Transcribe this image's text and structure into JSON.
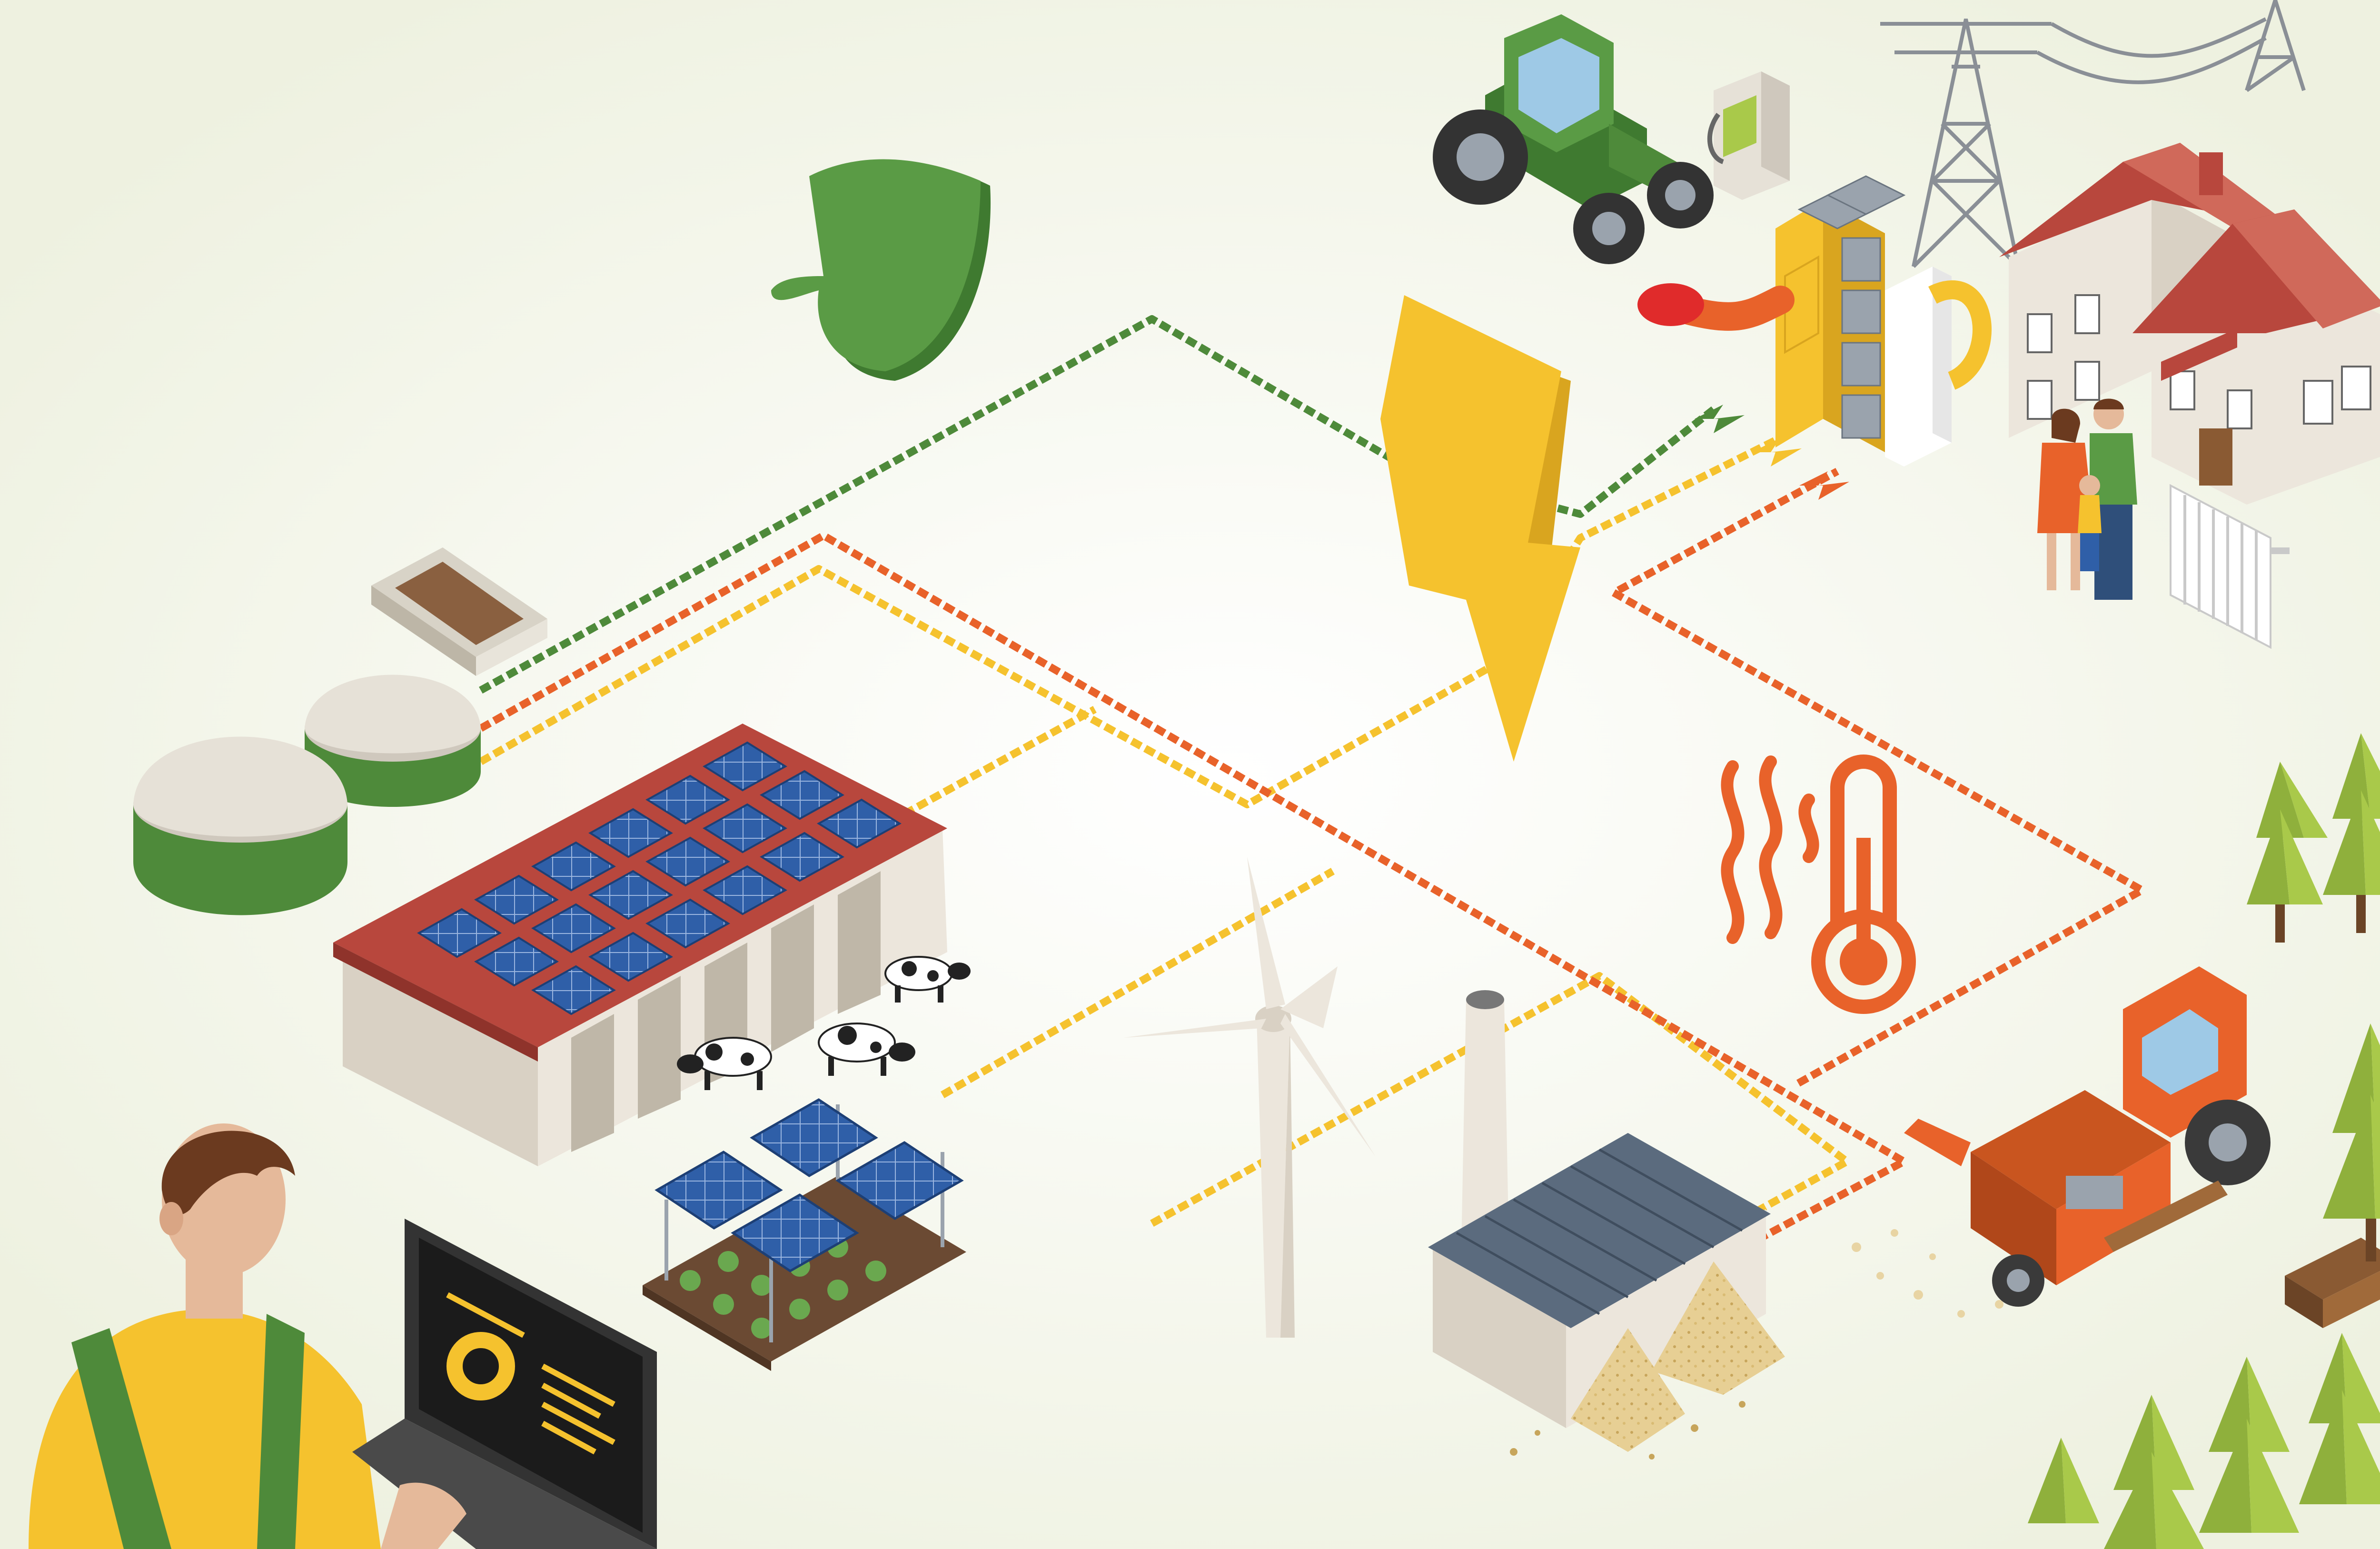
{
  "diagram": {
    "kind": "isometric renewable energy farm illustration",
    "text_labels": [],
    "colors": {
      "background": "#f4f6ea",
      "biogas_flow": "#4e8a3a",
      "electricity_flow": "#f5c22e",
      "heat_flow": "#e8622a",
      "solar_panel": "#2f5fa8",
      "roof_red": "#b8473d",
      "grass_green": "#5a9b45",
      "tree_green": "#a9c94a",
      "barn_wall": "#ece6dc"
    },
    "nodes": [
      {
        "id": "biogas-domes",
        "icon": "biogas-digester-icon"
      },
      {
        "id": "manure-feeder",
        "icon": "manure-trough-icon"
      },
      {
        "id": "solar-barn",
        "icon": "solar-roof-barn-icon"
      },
      {
        "id": "agrivoltaic-greenhouse",
        "icon": "agrivoltaic-icon"
      },
      {
        "id": "wind-turbine",
        "icon": "wind-turbine-icon"
      },
      {
        "id": "biomass-plant",
        "icon": "woodchip-boiler-icon"
      },
      {
        "id": "wood-chipper",
        "icon": "chipper-tractor-icon"
      },
      {
        "id": "forest",
        "icon": "pine-tree-icon"
      },
      {
        "id": "battery-storage",
        "icon": "battery-rack-icon"
      },
      {
        "id": "green-tractor",
        "icon": "tractor-icon"
      },
      {
        "id": "fuel-pump",
        "icon": "fuel-pump-icon"
      },
      {
        "id": "power-pylons",
        "icon": "pylon-icon"
      },
      {
        "id": "farmhouse",
        "icon": "house-icon"
      },
      {
        "id": "family",
        "icon": "family-icon"
      },
      {
        "id": "radiator",
        "icon": "radiator-icon"
      },
      {
        "id": "farmer-laptop",
        "icon": "laptop-icon"
      }
    ],
    "flows": [
      {
        "type": "biogas",
        "from": "biogas-domes",
        "to": "battery-storage"
      },
      {
        "type": "electricity",
        "from": "solar-barn",
        "to": "battery-storage"
      },
      {
        "type": "electricity",
        "from": "wind-turbine",
        "to": "battery-storage"
      },
      {
        "type": "electricity",
        "from": "biomass-plant",
        "to": "battery-storage"
      },
      {
        "type": "heat",
        "from": "biogas-domes",
        "to": "farmhouse"
      },
      {
        "type": "heat",
        "from": "biomass-plant",
        "to": "farmhouse"
      }
    ]
  }
}
